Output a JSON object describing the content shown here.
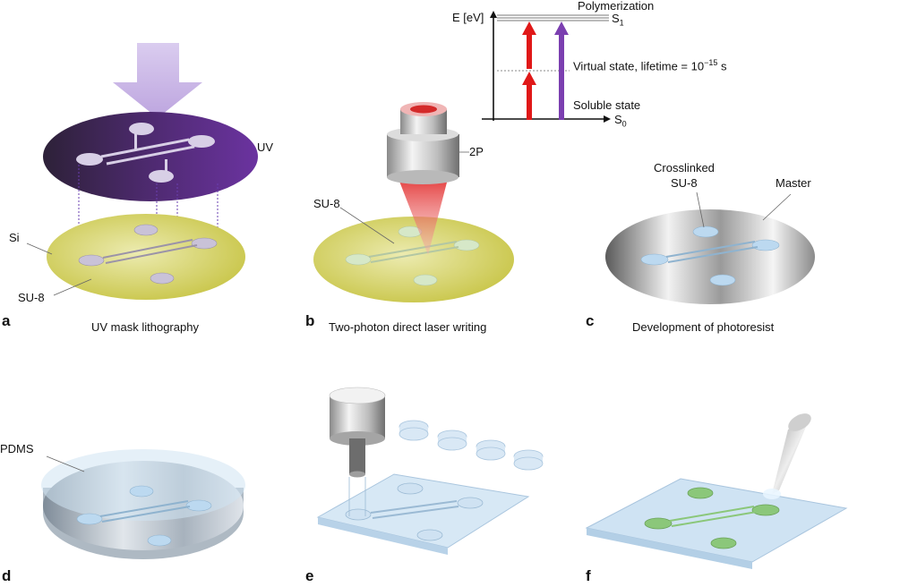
{
  "energy_diagram": {
    "axis_label": "E [eV]",
    "top_label": "Polymerization",
    "s1": "S",
    "s1_sub": "1",
    "virtual_state": "Virtual state, lifetime = 10",
    "virtual_exp": "−15",
    "virtual_unit": " s",
    "soluble_state": "Soluble state",
    "s0": "S",
    "s0_sub": "0"
  },
  "panels": {
    "a": {
      "letter": "a",
      "caption": "UV mask lithography",
      "uv": "UV",
      "si": "Si",
      "su8": "SU-8"
    },
    "b": {
      "letter": "b",
      "caption": "Two-photon direct laser writing",
      "twop": "2P",
      "su8": "SU-8"
    },
    "c": {
      "letter": "c",
      "caption": "Development of photoresist",
      "crosslinked_1": "Crosslinked",
      "crosslinked_2": "SU-8",
      "master": "Master"
    },
    "d": {
      "letter": "d",
      "pdms": "PDMS"
    },
    "e": {
      "letter": "e"
    },
    "f": {
      "letter": "f"
    }
  },
  "colors": {
    "purple_mask": "#5b2a86",
    "yellow_wafer": "#d6d35a",
    "channel_blue": "#bcd9f0",
    "laser_red": "#e01818",
    "arrow_purple": "#7b3fb0",
    "green_pad": "#8bc77a"
  }
}
